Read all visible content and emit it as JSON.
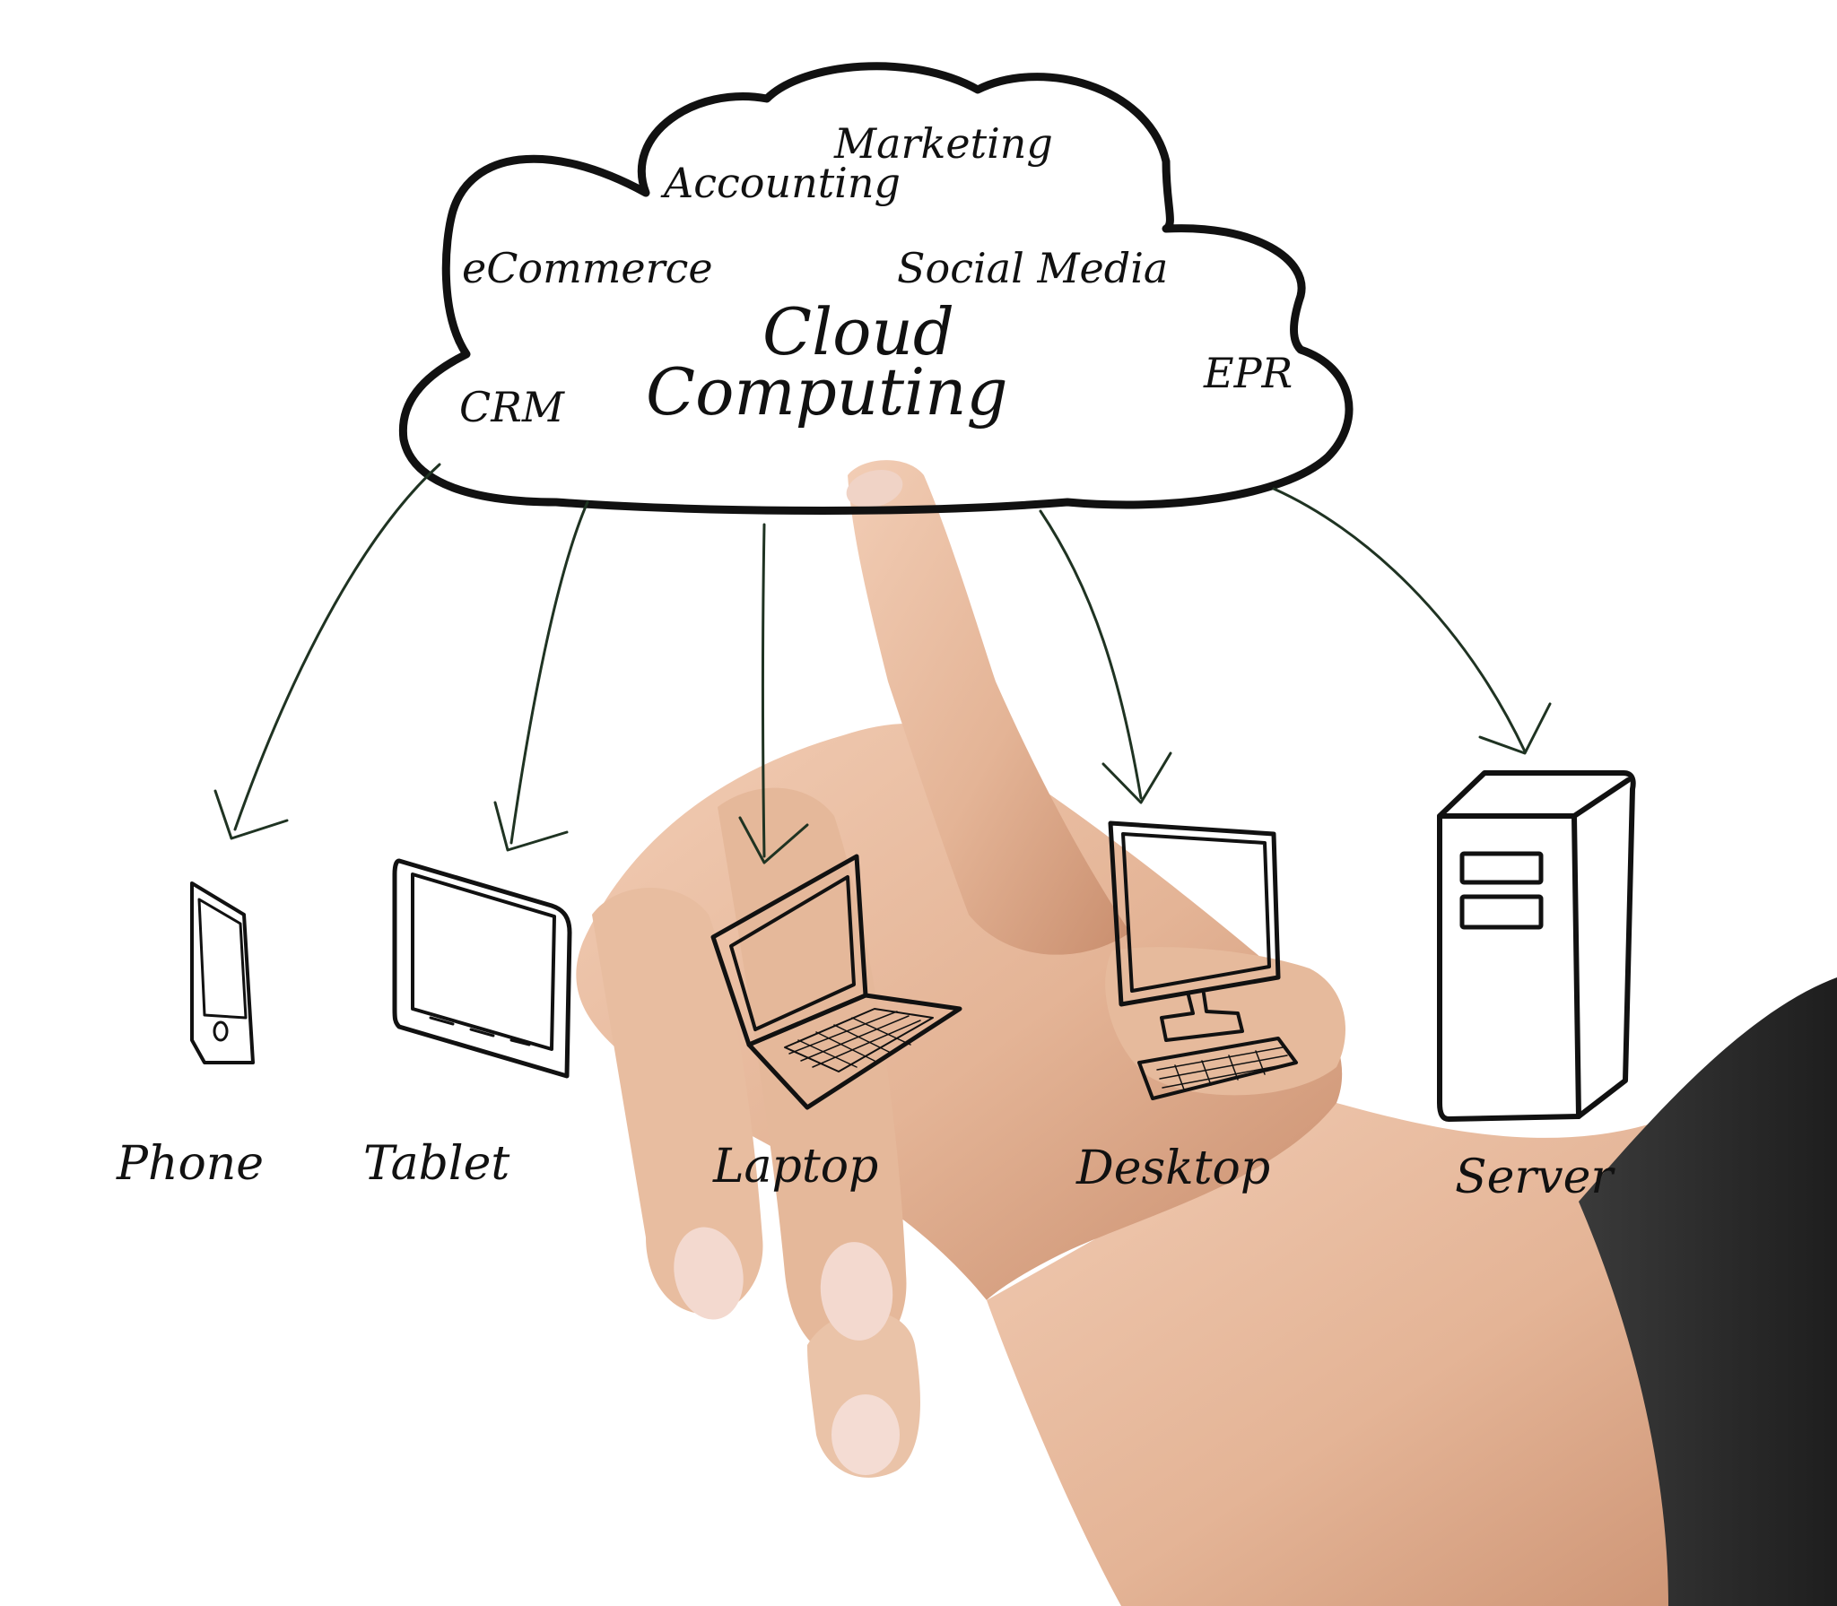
{
  "cloud": {
    "title_line1": "Cloud",
    "title_line2": "Computing",
    "services": [
      "Marketing",
      "Accounting",
      "eCommerce",
      "Social Media",
      "CRM",
      "EPR"
    ]
  },
  "devices": [
    {
      "label": "Phone",
      "icon": "phone-icon"
    },
    {
      "label": "Tablet",
      "icon": "tablet-icon"
    },
    {
      "label": "Laptop",
      "icon": "laptop-icon"
    },
    {
      "label": "Desktop",
      "icon": "desktop-icon"
    },
    {
      "label": "Server",
      "icon": "server-icon"
    }
  ],
  "colors": {
    "ink": "#111111",
    "arrow": "#1f3322",
    "skin": "#e3b497",
    "sleeve": "#2b2b2b",
    "background": "#ffffff"
  }
}
